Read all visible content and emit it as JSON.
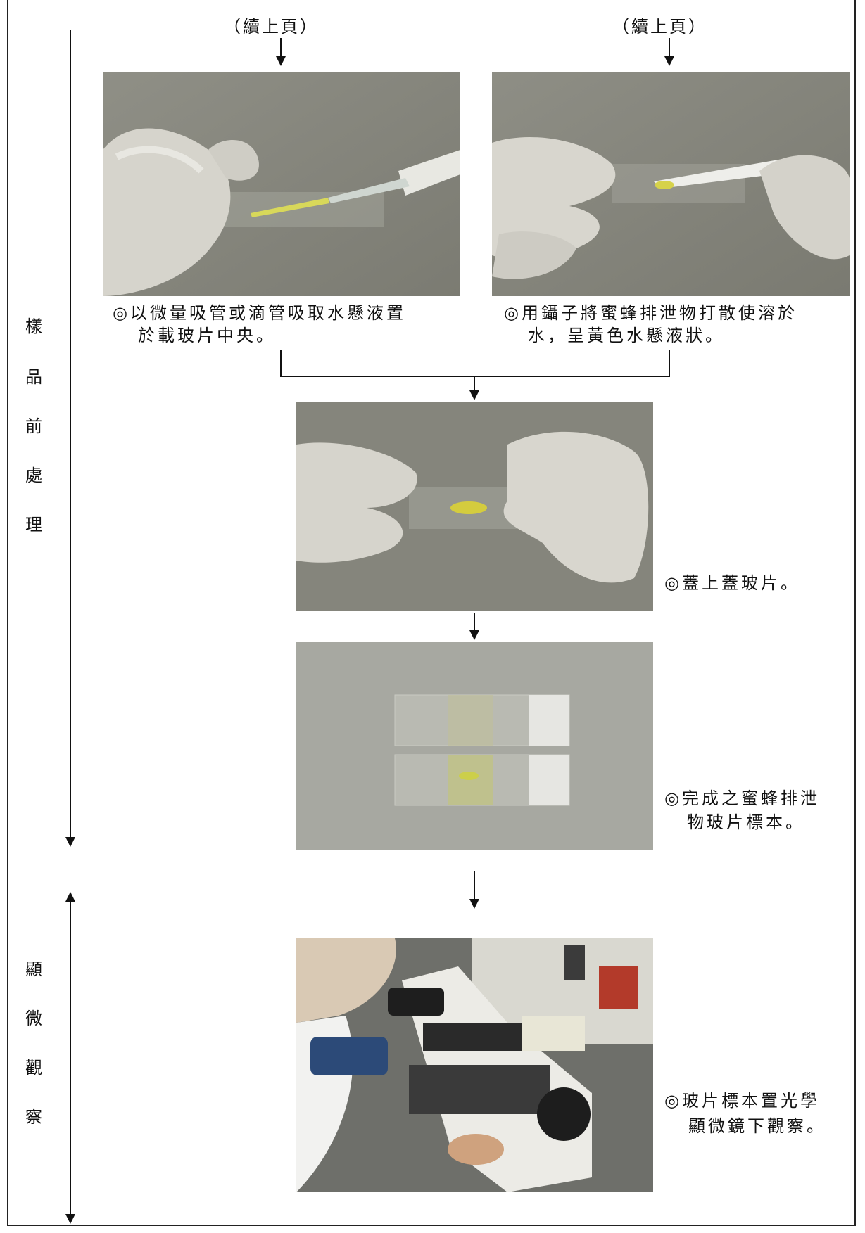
{
  "continued_left": "（續上頁）",
  "continued_right": "（續上頁）",
  "side_labels": {
    "prep": [
      "樣",
      "品",
      "前",
      "處",
      "理"
    ],
    "observe": [
      "顯",
      "微",
      "觀",
      "察"
    ]
  },
  "captions": {
    "pipette": [
      "◎以微量吸管或滴管吸取水懸液置",
      "於載玻片中央。"
    ],
    "tweezers": [
      "◎用鑷子將蜜蜂排泄物打散使溶於",
      "水，呈黃色水懸液狀。"
    ],
    "cover": [
      "◎蓋上蓋玻片。"
    ],
    "finished": [
      "◎完成之蜜蜂排泄",
      "物玻片標本。"
    ],
    "microscope": [
      "◎玻片標本置光學",
      "顯微鏡下觀察。"
    ]
  },
  "photos": {
    "pipette": "photo-pipette",
    "tweezers": "photo-tweezers",
    "cover": "photo-coverslip",
    "finished": "photo-finished-slides",
    "microscope": "photo-microscope"
  }
}
